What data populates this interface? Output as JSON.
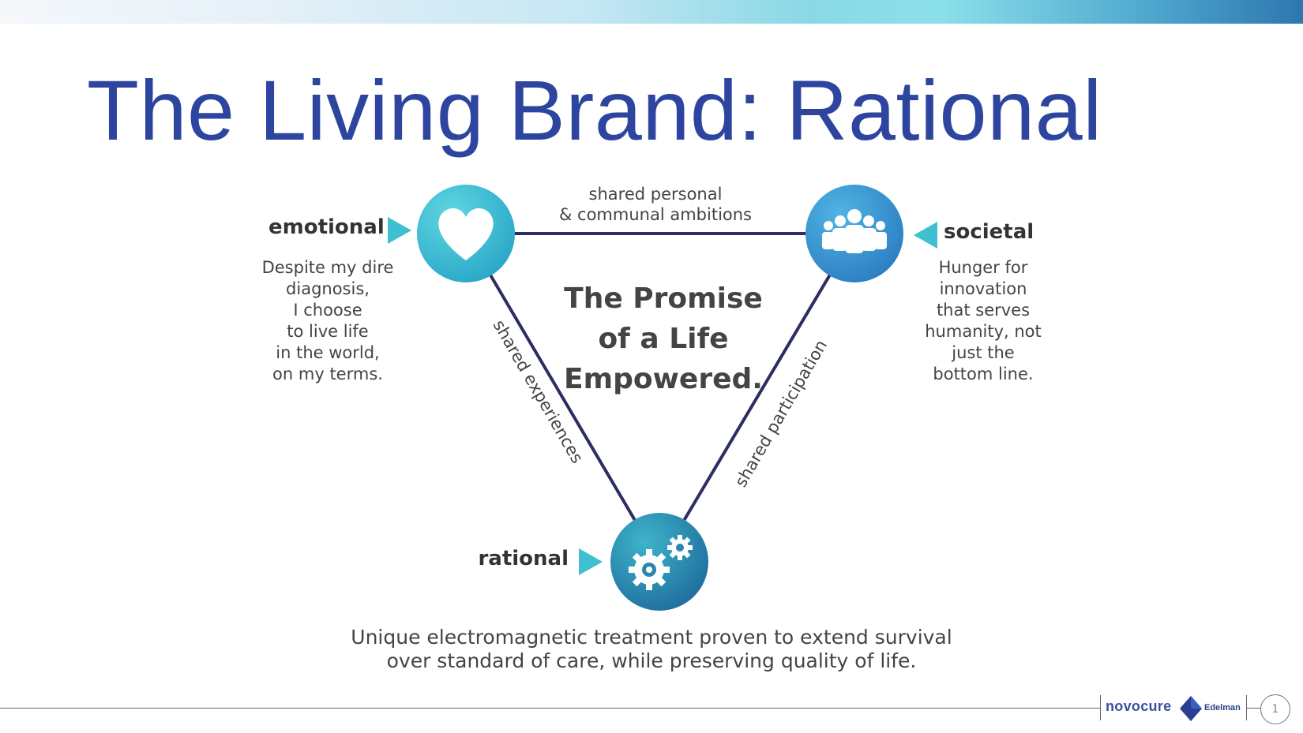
{
  "title": "The Living Brand: Rational",
  "nodes": {
    "emotional": {
      "label": "emotional",
      "icon": "heart-icon",
      "description": "Despite my dire\ndiagnosis,\nI choose\nto live life\nin the world,\non my terms."
    },
    "societal": {
      "label": "societal",
      "icon": "people-group-icon",
      "description": "Hunger for\ninnovation\nthat serves\nhumanity, not\njust the\nbottom line."
    },
    "rational": {
      "label": "rational",
      "icon": "gears-icon"
    }
  },
  "edges": {
    "top": "shared personal\n& communal ambitions",
    "left": "shared experiences",
    "right": "shared participation"
  },
  "center": "The Promise\nof a Life\nEmpowered.",
  "rational_statement": "Unique electromagnetic treatment proven to extend survival\nover standard of care, while preserving quality of life.",
  "footer": {
    "logo_left": "novocure",
    "logo_right": "Edelman",
    "page_number": "1"
  },
  "colors": {
    "title": "#2e45a0",
    "accent": "#3fc0d0",
    "line": "#2b2d63"
  }
}
